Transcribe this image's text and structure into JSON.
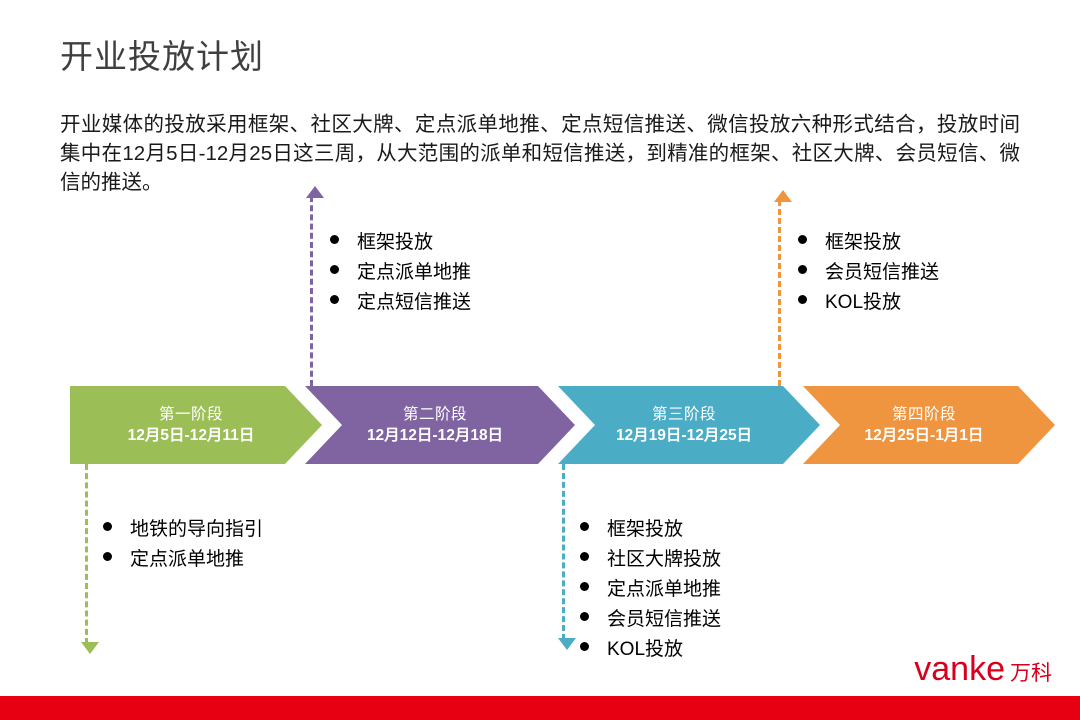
{
  "slide": {
    "title": "开业投放计划",
    "intro": "开业媒体的投放采用框架、社区大牌、定点派单地推、定点短信推送、微信投放六种形式结合，投放时间集中在12月5日-12月25日这三周，从大范围的派单和短信推送，到精准的框架、社区大牌、会员短信、微信的推送。"
  },
  "colors": {
    "phase1_green": "#9CBE57",
    "phase2_purple": "#8064A2",
    "phase3_teal": "#4BACC6",
    "phase4_orange": "#F0953F",
    "brand_red": "#D6001C",
    "footer_red": "#E60012",
    "title_gray": "#3F3F3F"
  },
  "timeline": {
    "phases": [
      {
        "name": "第一阶段",
        "range": "12月5日-12月11日"
      },
      {
        "name": "第二阶段",
        "range": "12月12日-12月18日"
      },
      {
        "name": "第三阶段",
        "range": "12月19日-12月25日"
      },
      {
        "name": "第四阶段",
        "range": "12月25日-1月1日"
      }
    ]
  },
  "notes": {
    "phase1_below": {
      "items": [
        "地铁的导向指引",
        "定点派单地推"
      ]
    },
    "phase2_above": {
      "items": [
        "框架投放",
        "定点派单地推",
        "定点短信推送"
      ]
    },
    "phase3_below": {
      "items": [
        "框架投放",
        "社区大牌投放",
        "定点派单地推",
        "会员短信推送",
        "KOL投放"
      ]
    },
    "phase4_above": {
      "items": [
        "框架投放",
        "会员短信推送",
        "KOL投放"
      ]
    }
  },
  "footer": {
    "logo_latin": "vanke",
    "logo_hanzi": "万科"
  }
}
